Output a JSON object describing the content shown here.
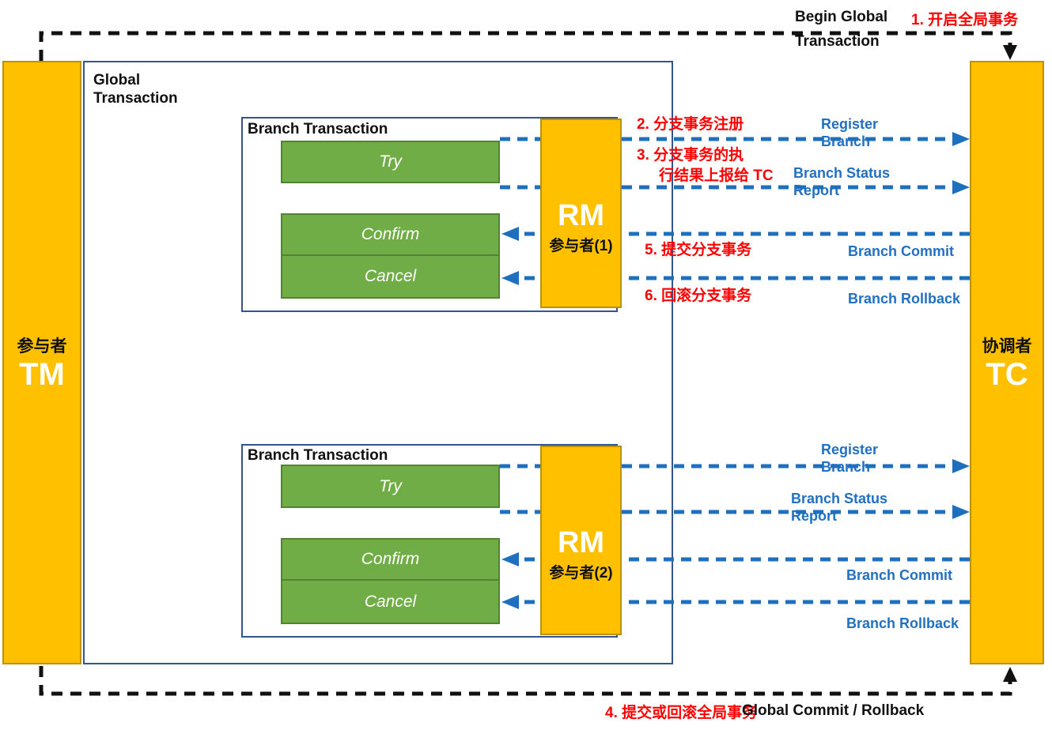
{
  "title_area": {
    "begin_global_line1": "Begin Global",
    "begin_global_line2": "Transaction",
    "step1": "1. 开启全局事务"
  },
  "actors": {
    "tm_role": "参与者",
    "tm_name": "TM",
    "tc_role": "协调者",
    "tc_name": "TC"
  },
  "global_transaction": {
    "label_line1": "Global",
    "label_line2": "Transaction"
  },
  "branch1": {
    "title": "Branch Transaction",
    "try_label": "Try",
    "confirm_label": "Confirm",
    "cancel_label": "Cancel",
    "rm_name": "RM",
    "participant": "参与者(1)"
  },
  "branch2": {
    "title": "Branch Transaction",
    "try_label": "Try",
    "confirm_label": "Confirm",
    "cancel_label": "Cancel",
    "rm_name": "RM",
    "participant": "参与者(2)"
  },
  "messages": {
    "register_line1": "Register",
    "register_line2": "Branch",
    "status_line1": "Branch Status",
    "status_line2": "Report",
    "commit": "Branch Commit",
    "rollback": "Branch Rollback",
    "step2": "2. 分支事务注册",
    "step3_line1": "3. 分支事务的执",
    "step3_line2": "行结果上报给 TC",
    "step5": "5. 提交分支事务",
    "step6": "6. 回滚分支事务",
    "step4": "4. 提交或回滚全局事务",
    "global_commit": "Global Commit / Rollback"
  },
  "colors": {
    "actor_fill": "#FFC000",
    "actor_border": "#BF9000",
    "action_fill": "#70AD47",
    "action_border": "#548235",
    "frame_border": "#34558B",
    "arrow_blue": "#1F6FBF",
    "label_blue": "#2170C2",
    "label_red": "#FF0000",
    "arrow_black": "#111111"
  }
}
